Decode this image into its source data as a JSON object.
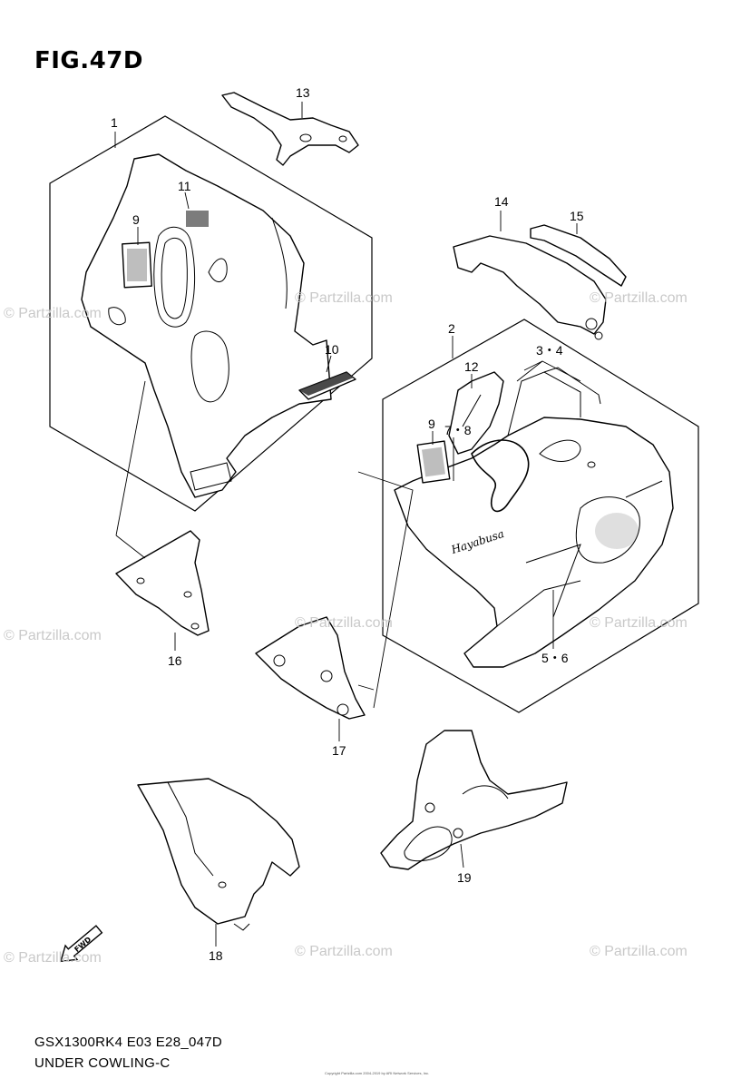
{
  "figure": {
    "title": "FIG.47D"
  },
  "callouts": {
    "c1": "1",
    "c2": "2",
    "c3_4": "3・4",
    "c5_6": "5・6",
    "c7_8": "7・8",
    "c9a": "9",
    "c9b": "9",
    "c10": "10",
    "c11": "11",
    "c12": "12",
    "c13": "13",
    "c14": "14",
    "c15": "15",
    "c16": "16",
    "c17": "17",
    "c18": "18",
    "c19": "19"
  },
  "fwd_marker": "FWD",
  "logo_text": "Hayabusa",
  "watermark": "© Partzilla.com",
  "footer": {
    "code": "GSX1300RK4 E03 E28_047D",
    "name": "UNDER COWLING-C",
    "copyright": "Copyright Partzilla.com 2004-2019 by ARI Network Services, Inc."
  }
}
